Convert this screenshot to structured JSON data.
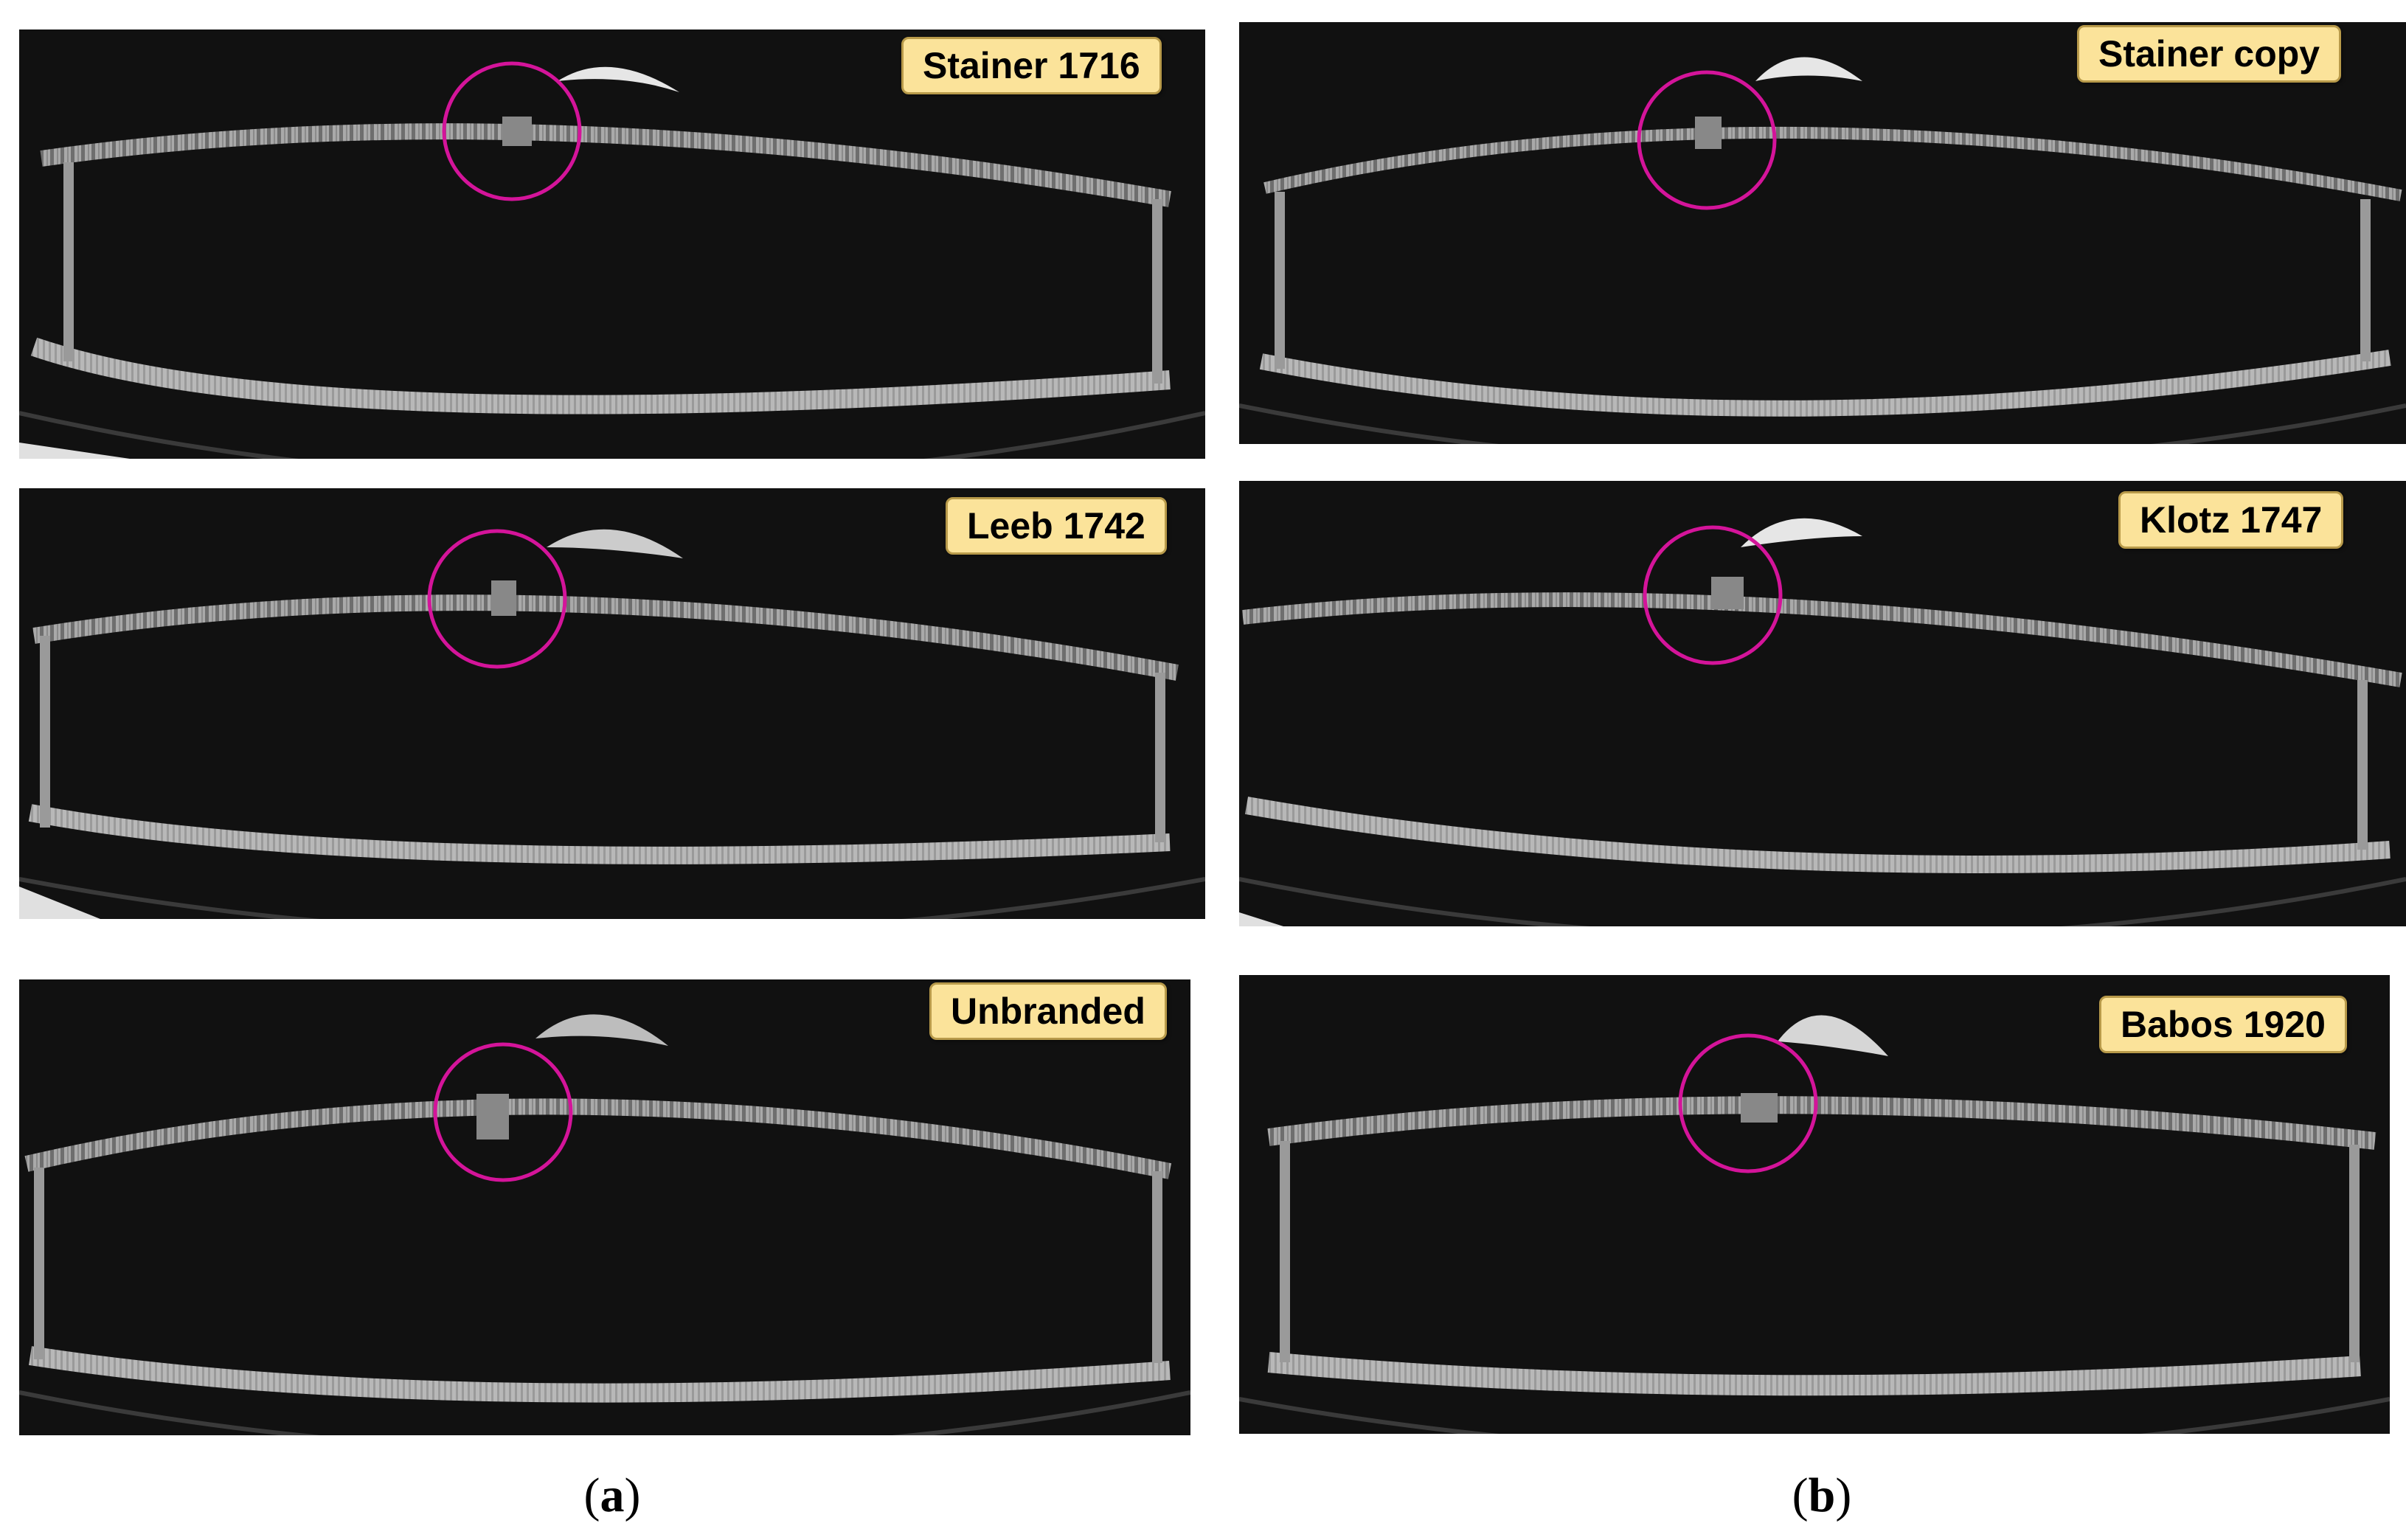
{
  "panels": [
    {
      "label": "Stainer 1716"
    },
    {
      "label": "Stainer copy"
    },
    {
      "label": "Leeb 1742"
    },
    {
      "label": "Klotz 1747"
    },
    {
      "label": "Unbranded"
    },
    {
      "label": "Babos 1920"
    }
  ],
  "captions": {
    "a": "a",
    "b": "b"
  },
  "colors": {
    "highlight_circle": "#d4149a",
    "label_bg": "#fbe39a",
    "scan_bg": "#111111"
  }
}
